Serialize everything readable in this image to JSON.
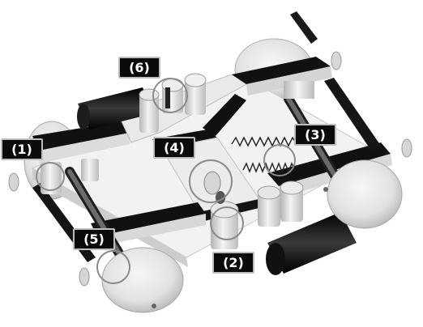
{
  "figure": {
    "callouts": [
      {
        "id": "1",
        "text": "(1)"
      },
      {
        "id": "2",
        "text": "(2)"
      },
      {
        "id": "3",
        "text": "(3)"
      },
      {
        "id": "4",
        "text": "(4)"
      },
      {
        "id": "5",
        "text": "(5)"
      },
      {
        "id": "6",
        "text": "(6)"
      }
    ],
    "colors": {
      "background": "#ffffff",
      "metal_light": "#ececec",
      "metal_mid": "#cfcfcf",
      "metal_shadow": "#a9a9a9",
      "frame_dark": "#121212",
      "label_bg": "#0b0b0b",
      "label_text": "#ffffff",
      "label_border": "#bdbdbd",
      "marker_circle": "#8a8a8a"
    }
  }
}
